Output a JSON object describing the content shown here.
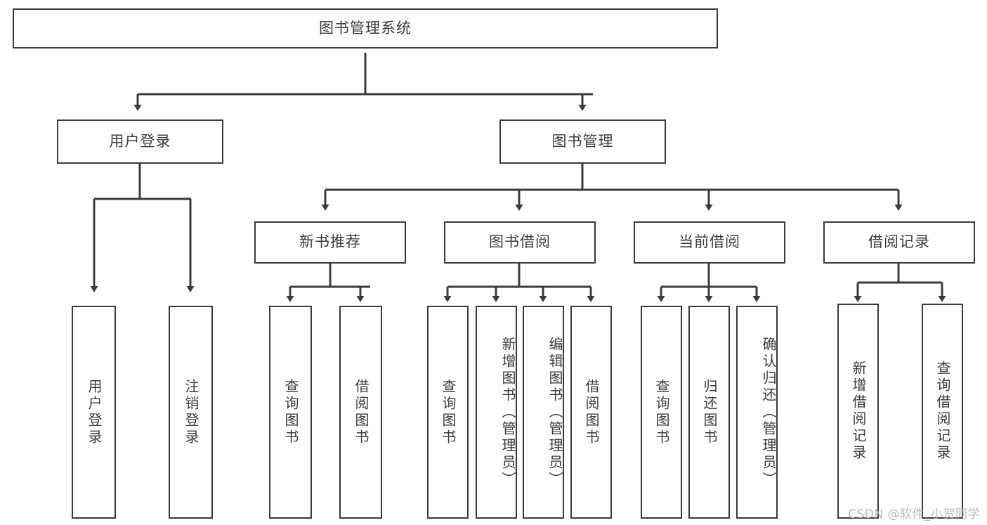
{
  "diagram": {
    "title": "图书管理系统",
    "type": "tree",
    "watermark": "CSDN @软件_小贺同学",
    "colors": {
      "box_border": "#3b3b3b",
      "box_fill": "#ffffff",
      "text": "#3c3c3c",
      "edge": "#3b3b3b",
      "watermark": "#b9b9b9",
      "background": "#ffffff"
    },
    "levels": {
      "level1": [
        {
          "id": "root",
          "label": "图书管理系统",
          "orientation": "horizontal"
        }
      ],
      "level2": [
        {
          "id": "user-login",
          "label": "用户登录",
          "orientation": "horizontal",
          "parent": "root"
        },
        {
          "id": "book-manage",
          "label": "图书管理",
          "orientation": "horizontal",
          "parent": "root"
        }
      ],
      "level3": [
        {
          "id": "new-book-recommend",
          "label": "新书推荐",
          "orientation": "horizontal",
          "parent": "book-manage"
        },
        {
          "id": "book-borrow",
          "label": "图书借阅",
          "orientation": "horizontal",
          "parent": "book-manage"
        },
        {
          "id": "current-borrow",
          "label": "当前借阅",
          "orientation": "horizontal",
          "parent": "book-manage"
        },
        {
          "id": "borrow-record",
          "label": "借阅记录",
          "orientation": "horizontal",
          "parent": "book-manage"
        }
      ],
      "level4": [
        {
          "id": "leaf-user-login",
          "label": "用户登录",
          "orientation": "vertical",
          "parent": "user-login"
        },
        {
          "id": "leaf-user-logout",
          "label": "注销登录",
          "orientation": "vertical",
          "parent": "user-login"
        },
        {
          "id": "leaf-query-book-1",
          "label": "查询图书",
          "orientation": "vertical",
          "parent": "new-book-recommend"
        },
        {
          "id": "leaf-borrow-book-1",
          "label": "借阅图书",
          "orientation": "vertical",
          "parent": "new-book-recommend"
        },
        {
          "id": "leaf-query-book-2",
          "label": "查询图书",
          "orientation": "vertical",
          "parent": "book-borrow"
        },
        {
          "id": "leaf-add-book",
          "label": "新增图书（管理员）",
          "orientation": "vertical",
          "parent": "book-borrow"
        },
        {
          "id": "leaf-edit-book",
          "label": "编辑图书（管理员）",
          "orientation": "vertical",
          "parent": "book-borrow"
        },
        {
          "id": "leaf-borrow-book-2",
          "label": "借阅图书",
          "orientation": "vertical",
          "parent": "book-borrow"
        },
        {
          "id": "leaf-query-book-3",
          "label": "查询图书",
          "orientation": "vertical",
          "parent": "current-borrow"
        },
        {
          "id": "leaf-return-book",
          "label": "归还图书",
          "orientation": "vertical",
          "parent": "current-borrow"
        },
        {
          "id": "leaf-confirm-return",
          "label": "确认归还（管理员）",
          "orientation": "vertical",
          "parent": "current-borrow"
        },
        {
          "id": "leaf-add-record",
          "label": "新增借阅记录",
          "orientation": "vertical",
          "parent": "borrow-record"
        },
        {
          "id": "leaf-query-record",
          "label": "查询借阅记录",
          "orientation": "vertical",
          "parent": "borrow-record"
        }
      ]
    }
  }
}
